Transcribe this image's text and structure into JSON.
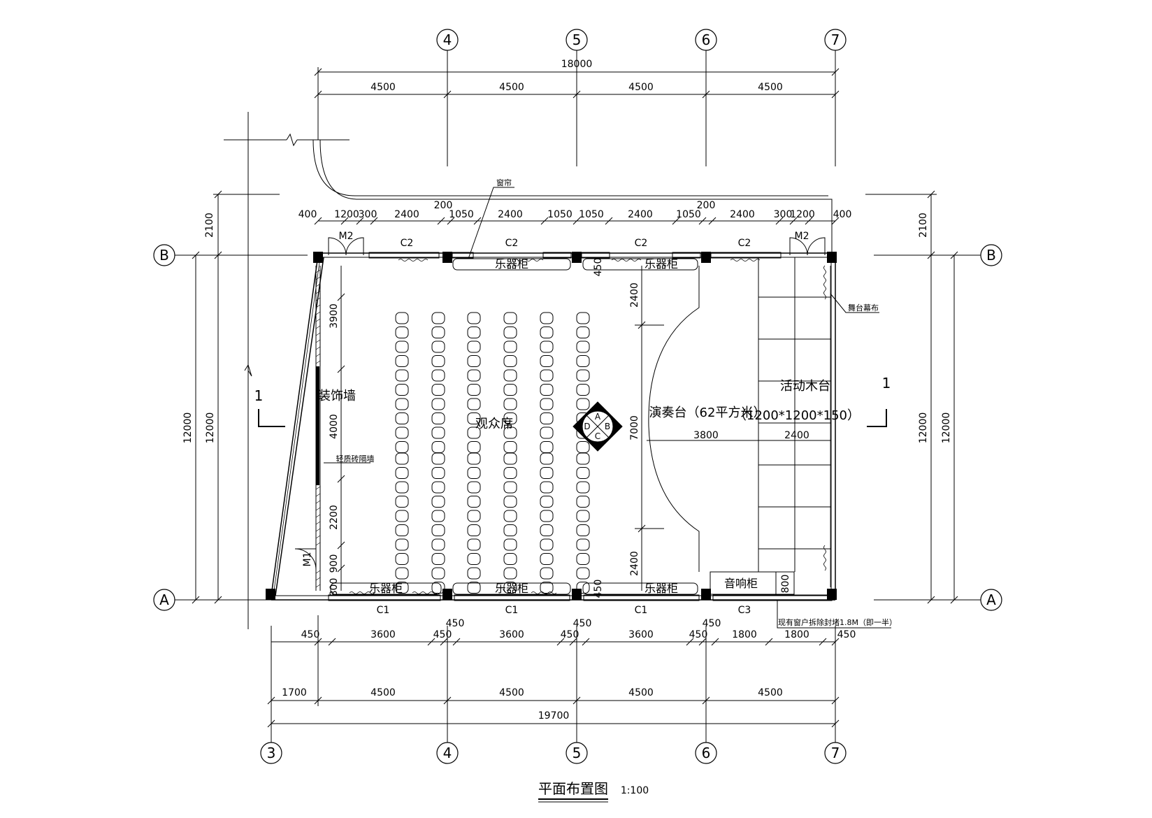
{
  "title": "平面布置图",
  "scale": "1:100",
  "axes": {
    "top": [
      "4",
      "5",
      "6",
      "7"
    ],
    "bottom": [
      "3",
      "4",
      "5",
      "6",
      "7"
    ],
    "left": [
      "B",
      "A"
    ],
    "right": [
      "B",
      "A"
    ]
  },
  "top_dims": {
    "overall": "18000",
    "bays": [
      "4500",
      "4500",
      "4500",
      "4500"
    ],
    "detail": [
      "400",
      "1200",
      "300",
      "2400",
      "200",
      "1050",
      "2400",
      "1050",
      "1050",
      "2400",
      "1050",
      "200",
      "2400",
      "300",
      "1200",
      "400"
    ]
  },
  "bottom_dims": {
    "detail": [
      "450",
      "3600",
      "450",
      "450",
      "3600",
      "450",
      "450",
      "3600",
      "450",
      "450",
      "1800",
      "1800",
      "450"
    ],
    "bays": [
      "1700",
      "4500",
      "4500",
      "4500",
      "4500"
    ],
    "overall": "19700"
  },
  "side_dims": {
    "left_top": "2100",
    "left_total_outer": "12000",
    "left_total_inner": "12000",
    "right_top": "2100",
    "right_total_inner": "12000",
    "right_total_outer": "12000",
    "inner_left": [
      "3900",
      "4000",
      "2200",
      "900",
      "800"
    ],
    "inner_stage": [
      "2400",
      "7000",
      "2400"
    ],
    "inner_mid_top": "450",
    "inner_mid_bottom": "450",
    "stage_width": "3800",
    "platform_width": "2400",
    "sound_cabinet_dim": "800"
  },
  "windows": {
    "top": [
      "C2",
      "C2",
      "C2",
      "C2"
    ],
    "bottom": [
      "C1",
      "C1",
      "C1",
      "C3"
    ]
  },
  "doors": [
    "M2",
    "M2",
    "M1"
  ],
  "labels": {
    "curtain": "窗帘",
    "stage_curtain": "舞台幕布",
    "instrument_cabinet": "乐器柜",
    "decorative_wall": "装饰墙",
    "light_partition": "轻质砖隔墙",
    "audience": "观众席",
    "stage": "演奏台（62平方米）",
    "movable_platform": "活动木台",
    "platform_size": "（1200*1200*150）",
    "sound_cabinet": "音响柜",
    "window_note": "现有窗户拆除封堵1.8M（即一半）",
    "section_mark": "1",
    "view_letters": [
      "A",
      "B",
      "C",
      "D"
    ]
  }
}
